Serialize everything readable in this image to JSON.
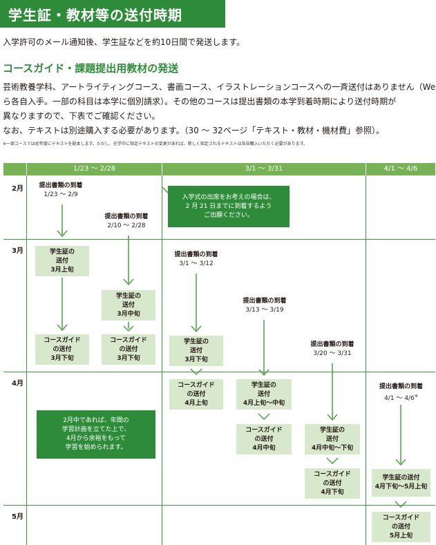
{
  "title": "学生証・教材等の送付時期",
  "intro": "入学許可のメール通知後、学生証などを約10日間で発送します。",
  "section_heading": "コースガイド・課題提出用教材の発送",
  "paragraph": [
    "芸術教養学科、アートライティングコース、書画コース、イラストレーションコースへの一斉送付はありません（Webか",
    "ら各自入手。一部の科目は本学に個別請求）。その他のコースは提出書類の本学到着時期により送付時期が",
    "異なりますので、下表でご確認ください。",
    "なお、テキストは別途購入する必要があります。（30 ～ 32ページ「テキスト・教材・機材費」参照）。"
  ],
  "footnote": "※一部コースでは初年度にテキストを配本します。ただし、在学中に指定テキストの変更があれば、新しく指定されるテキストは各自購入いただく必要があります。",
  "table": {
    "headers": [
      "1/23 ～ 2/28",
      "3/1 ～ 3/31",
      "4/1 ～ 4/6"
    ],
    "months": [
      "2月",
      "3月",
      "4月",
      "5月"
    ],
    "arrival_label": "提出書類の到着",
    "arrivals": [
      "1/23 ～ 2/9",
      "2/10 ～ 2/28",
      "3/1 ～ 3/12",
      "3/13 ～ 3/19",
      "3/20 ～ 3/31",
      "4/1 ～ 4/6"
    ],
    "arrival_mark": "※",
    "student_card": "学生証の",
    "course_guide": "コースガイド",
    "sent": "の送付",
    "sent_short": "送付",
    "timings": [
      "3月上旬",
      "3月中旬",
      "3月下旬",
      "3月下旬",
      "3月下旬",
      "4月上旬",
      "4月上旬～中旬",
      "4月中旬",
      "4月中旬～下旬",
      "4月下旬",
      "4月下旬～5月上旬",
      "5月上旬"
    ],
    "ceremony_note": [
      "入学式の出席をお考えの場合は、",
      "2 月 21 日までに到着するよう",
      "ご出願ください。"
    ],
    "plan_note": [
      "2月中であれば、年間の",
      "学習計画を立てた上で、",
      "4月から余裕をもって",
      "学習を始められます。"
    ]
  },
  "colors": {
    "brand_green": "#2e8b3a",
    "header_green": "#77b257",
    "box_fill": "#d8e8cc",
    "line_green": "#3a9a45"
  }
}
